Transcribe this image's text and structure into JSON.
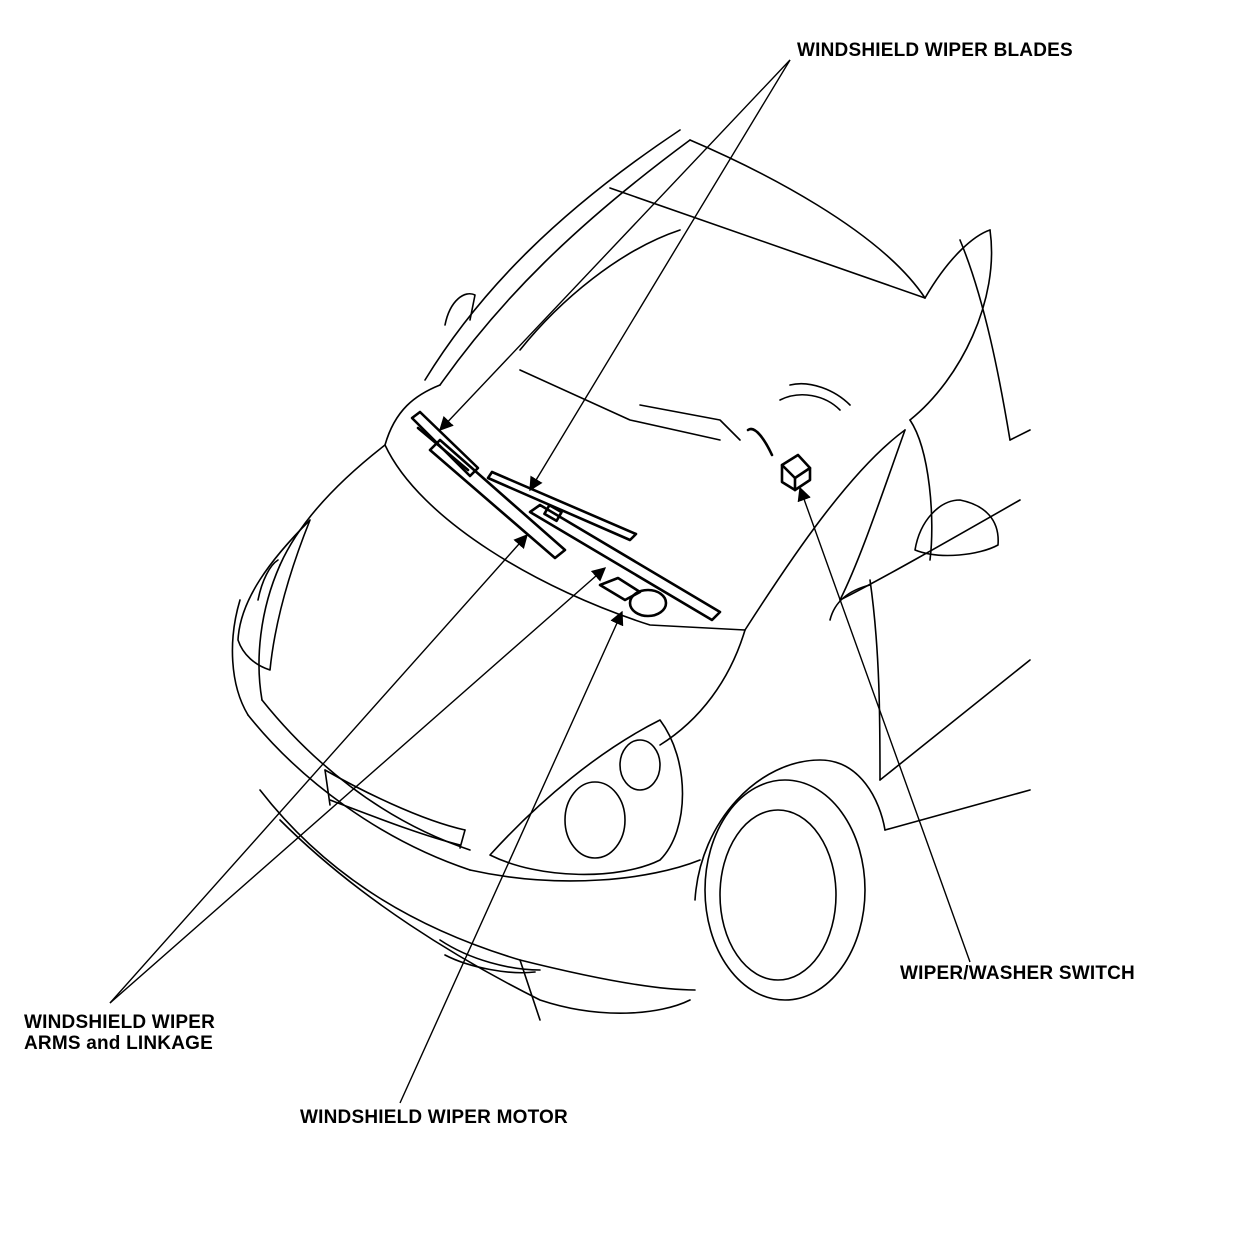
{
  "diagram": {
    "labels": {
      "wiper_blades": "WINDSHIELD WIPER BLADES",
      "wiper_arms_line1": "WINDSHIELD WIPER",
      "wiper_arms_line2": "ARMS and LINKAGE",
      "wiper_motor": "WINDSHIELD WIPER MOTOR",
      "washer_switch": "WIPER/WASHER SWITCH"
    },
    "icons": {
      "car": "car-line-drawing",
      "arrow": "arrowhead"
    },
    "colors": {
      "line": "#000000",
      "background": "#ffffff"
    }
  }
}
